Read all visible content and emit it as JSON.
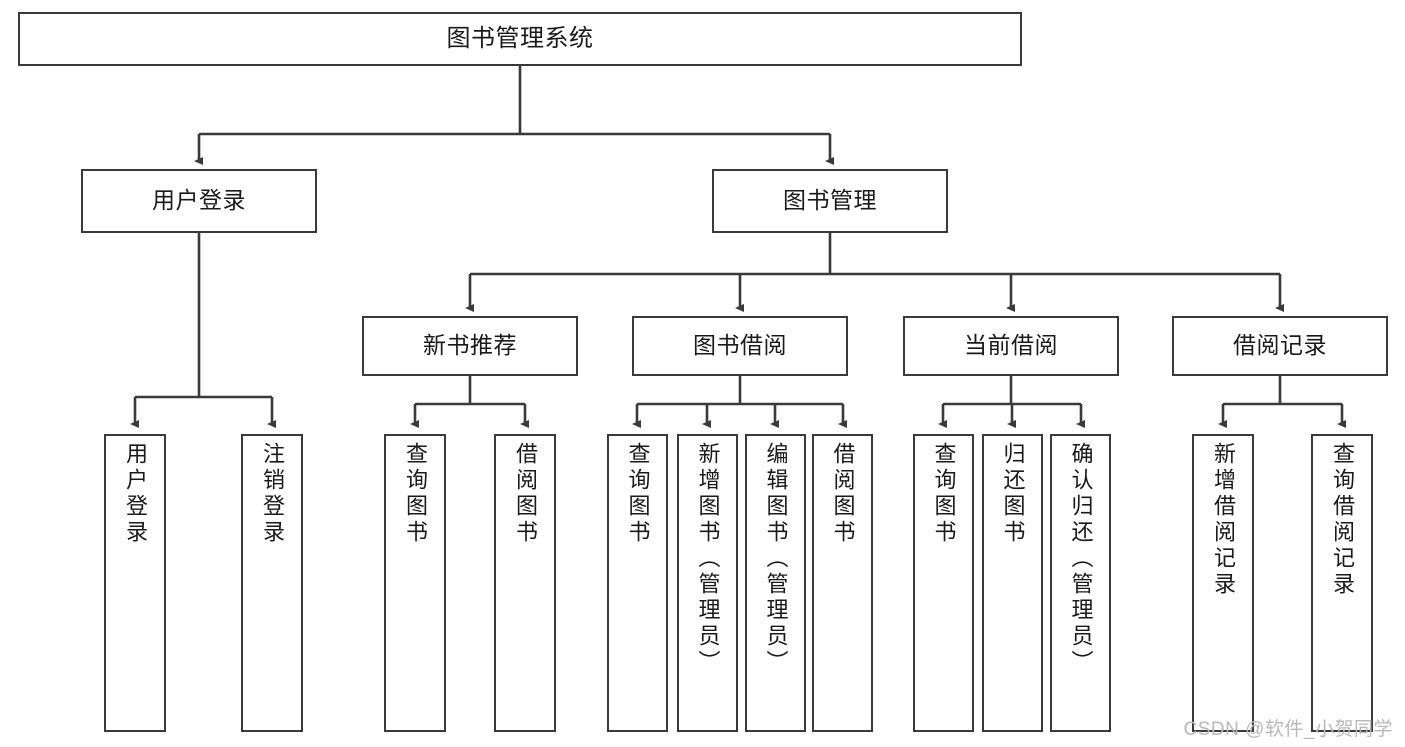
{
  "diagram": {
    "title": "图书管理系统",
    "type": "tree-structure-chart",
    "line_color": "#3a3a3a",
    "box_fill": "#ffffff",
    "text_color": "#1a1a1a"
  },
  "nodes": {
    "root": {
      "label": "图书管理系统"
    },
    "level2": [
      {
        "label": "用户登录"
      },
      {
        "label": "图书管理"
      }
    ],
    "level3": [
      {
        "label": "新书推荐"
      },
      {
        "label": "图书借阅"
      },
      {
        "label": "当前借阅"
      },
      {
        "label": "借阅记录"
      }
    ],
    "leaves_user_login": [
      {
        "label": "用户登录"
      },
      {
        "label": "注销登录"
      }
    ],
    "leaves_new_book": [
      {
        "label": "查询图书"
      },
      {
        "label": "借阅图书"
      }
    ],
    "leaves_borrow": [
      {
        "label": "查询图书"
      },
      {
        "label": "新增图书（管理员）"
      },
      {
        "label": "编辑图书（管理员）"
      },
      {
        "label": "借阅图书"
      }
    ],
    "leaves_current": [
      {
        "label": "查询图书"
      },
      {
        "label": "归还图书"
      },
      {
        "label": "确认归还（管理员）"
      }
    ],
    "leaves_records": [
      {
        "label": "新增借阅记录"
      },
      {
        "label": "查询借阅记录"
      }
    ]
  },
  "watermark": {
    "text": "CSDN @软件_小贺同学"
  }
}
